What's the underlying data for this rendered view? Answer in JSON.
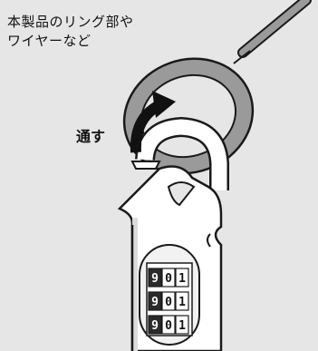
{
  "labels": {
    "product_line1": "本製品のリング部や",
    "product_line2": "ワイヤーなど",
    "action": "通す"
  },
  "dial": {
    "rows": [
      [
        "9",
        "0",
        "1"
      ],
      [
        "9",
        "0",
        "1"
      ],
      [
        "9",
        "0",
        "1"
      ]
    ]
  },
  "colors": {
    "background": "#e6e6e6",
    "ring_fill": "#9a9a9a",
    "outline": "#1a1a1a",
    "arrow": "#111111",
    "lock_body": "#ffffff"
  }
}
